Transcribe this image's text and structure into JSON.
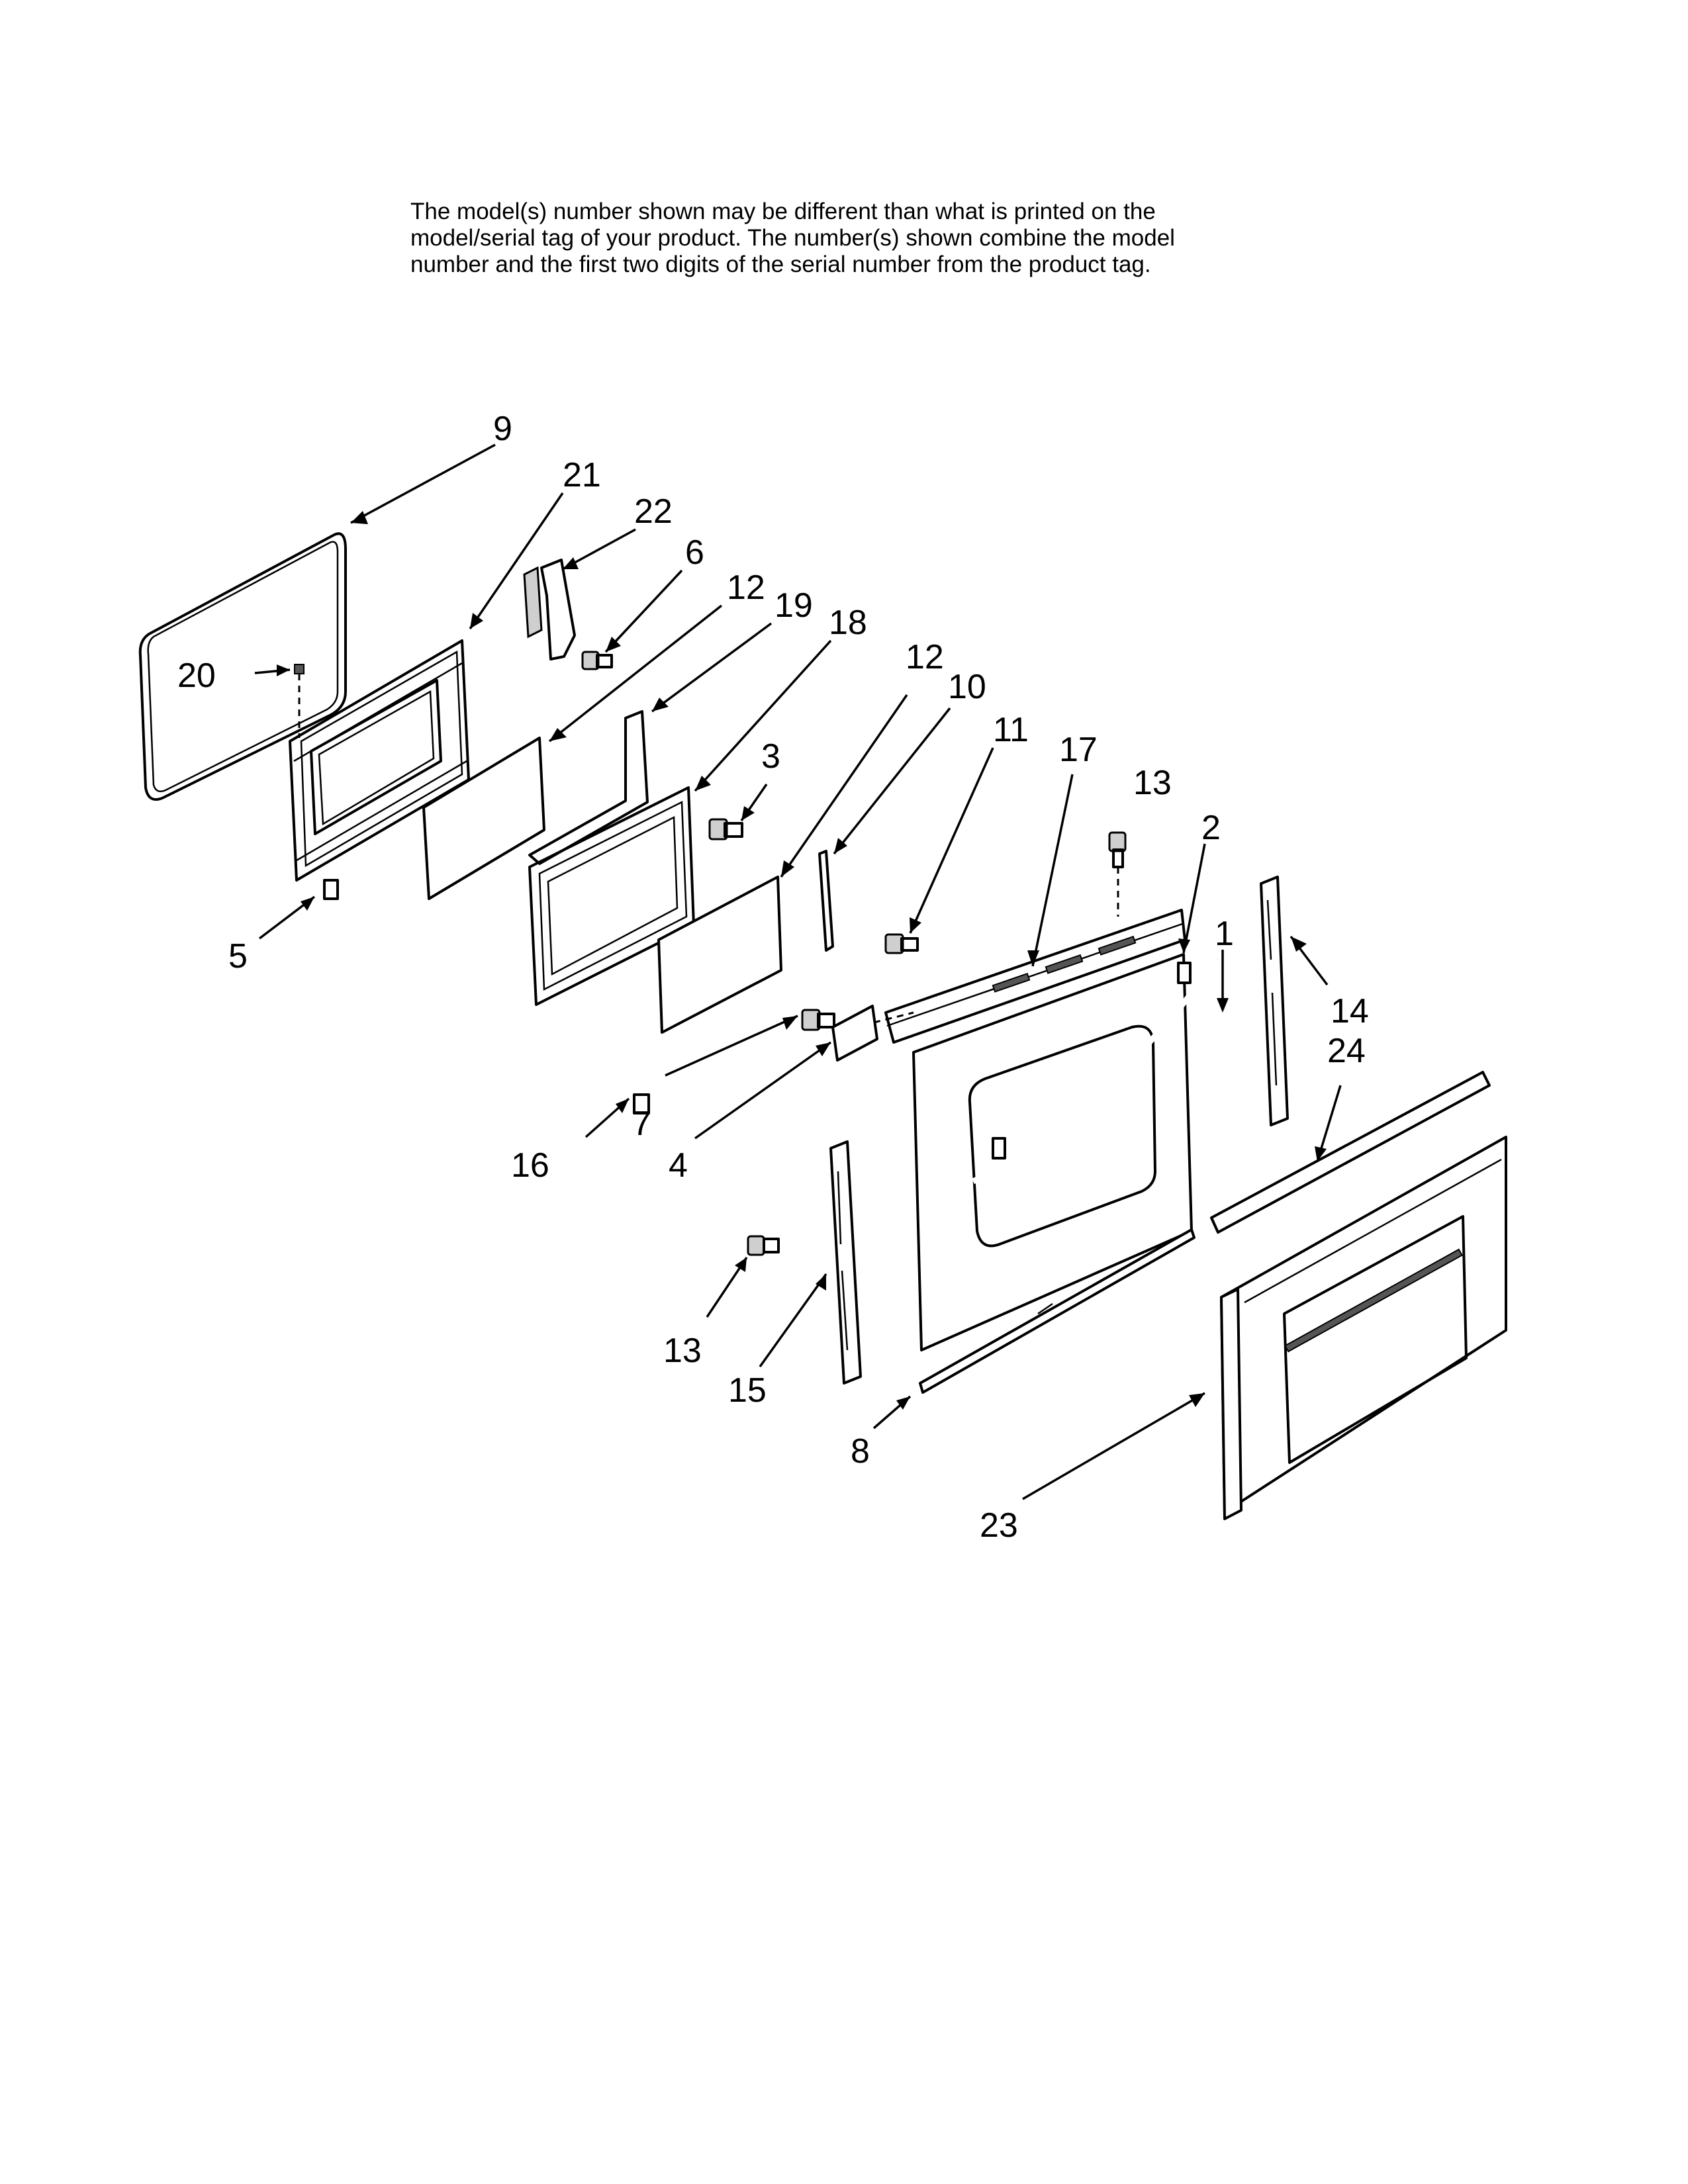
{
  "notice": {
    "line1": "The model(s) number shown may be different than what is printed on the",
    "line2": "model/serial tag of your product. The number(s) shown combine the model",
    "line3": "number and the first two digits of the serial number from the product tag."
  },
  "callouts": [
    {
      "id": "9",
      "label": "9"
    },
    {
      "id": "21",
      "label": "21"
    },
    {
      "id": "22",
      "label": "22"
    },
    {
      "id": "6",
      "label": "6"
    },
    {
      "id": "12a",
      "label": "12"
    },
    {
      "id": "19",
      "label": "19"
    },
    {
      "id": "18",
      "label": "18"
    },
    {
      "id": "20",
      "label": "20"
    },
    {
      "id": "12b",
      "label": "12"
    },
    {
      "id": "10",
      "label": "10"
    },
    {
      "id": "11",
      "label": "11"
    },
    {
      "id": "3",
      "label": "3"
    },
    {
      "id": "17",
      "label": "17"
    },
    {
      "id": "13a",
      "label": "13"
    },
    {
      "id": "2",
      "label": "2"
    },
    {
      "id": "1",
      "label": "1"
    },
    {
      "id": "5",
      "label": "5"
    },
    {
      "id": "14",
      "label": "14"
    },
    {
      "id": "24",
      "label": "24"
    },
    {
      "id": "7",
      "label": "7"
    },
    {
      "id": "16",
      "label": "16"
    },
    {
      "id": "4",
      "label": "4"
    },
    {
      "id": "13b",
      "label": "13"
    },
    {
      "id": "15",
      "label": "15"
    },
    {
      "id": "8",
      "label": "8"
    },
    {
      "id": "23",
      "label": "23"
    }
  ]
}
